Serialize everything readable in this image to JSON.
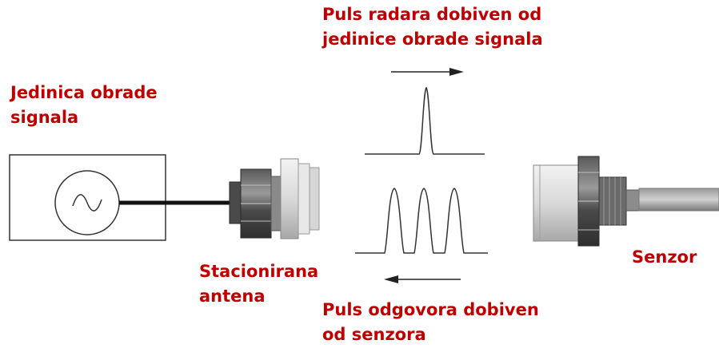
{
  "labels": {
    "radar_pulse": "Puls radara dobiven od\njedinice obrade signala",
    "processing_unit": "Jedinica obrade\nsignala",
    "antenna": "Stacionirana\nantena",
    "sensor": "Senzor",
    "response_pulse": "Puls odgovora dobiven\nod senzora"
  },
  "colors": {
    "label_red": "#c00000",
    "line_dark": "#222222",
    "metal_light": "#e6e6e6",
    "metal_mid": "#bdbdbd",
    "metal_dark": "#6e6e6e"
  },
  "pulses": {
    "transmitted_count": 1,
    "response_count": 3
  },
  "icons": {
    "signal_source": "sine-wave-icon",
    "forward_arrow": "arrow-right-icon",
    "back_arrow": "arrow-left-icon"
  }
}
